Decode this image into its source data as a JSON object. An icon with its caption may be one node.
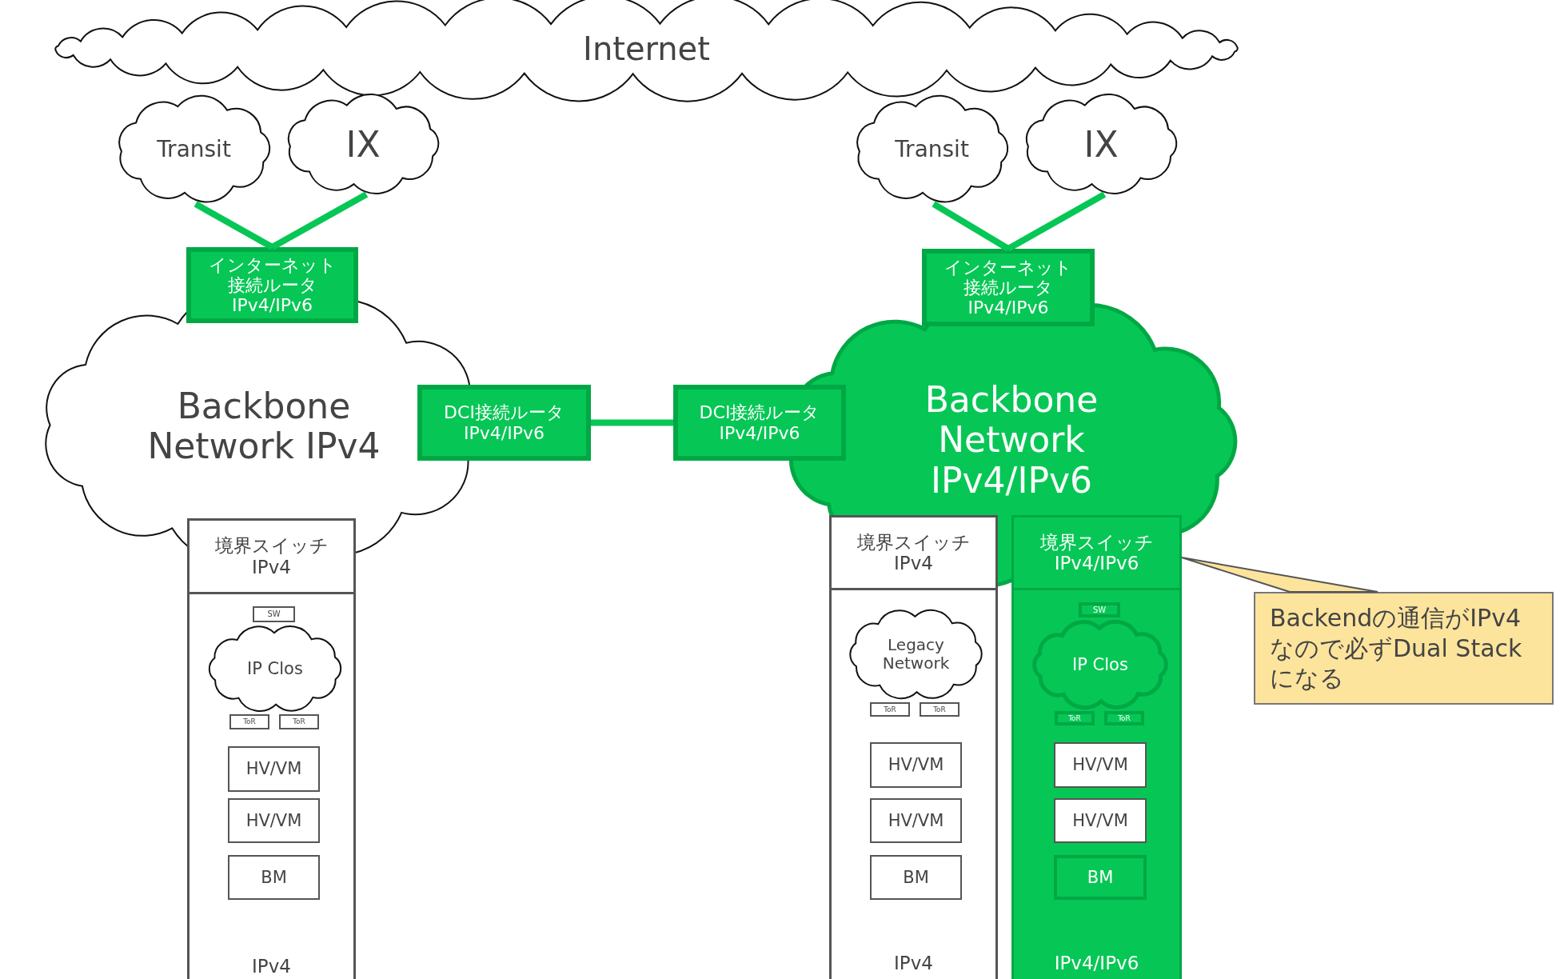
{
  "diagram": {
    "nodes": [
      {
        "text": [
          "Internet"
        ]
      },
      {
        "text": [
          "Transit"
        ]
      },
      {
        "text": [
          "IX"
        ]
      },
      {
        "text": [
          "Transit"
        ]
      },
      {
        "text": [
          "IX"
        ]
      },
      {
        "text": [
          "インターネット接続ルータ",
          "IPv4/IPv6"
        ]
      },
      {
        "text": [
          "Backbone Network IPv4"
        ]
      },
      {
        "text": [
          "DCI接続ルータ",
          "IPv4/IPv6"
        ]
      },
      {
        "text": [
          "境界スイッチ IPv4",
          "IPv4"
        ]
      },
      {
        "text": [
          "IP Clos"
        ],
        "in": 8
      },
      {
        "text": [
          "SW"
        ],
        "in": 8
      },
      {
        "text": [
          "ToR"
        ],
        "in": 8
      },
      {
        "text": [
          "ToR"
        ],
        "in": 8
      },
      {
        "text": [
          "HV/VM"
        ],
        "in": 8
      },
      {
        "text": [
          "HV/VM"
        ],
        "in": 8
      },
      {
        "text": [
          "BM"
        ],
        "in": 8
      },
      {
        "text": [
          "Backbone Network IPv4/IPv6"
        ]
      },
      {
        "text": [
          "インターネット接続ルータ",
          "IPv4/IPv6"
        ]
      },
      {
        "text": [
          "DCI接続ルータ",
          "IPv4/IPv6"
        ]
      },
      {
        "text": [
          "境界スイッチ IPv4",
          "IPv4"
        ]
      },
      {
        "text": [
          "Legacy Network"
        ],
        "in": 19
      },
      {
        "text": [
          "ToR"
        ],
        "in": 19
      },
      {
        "text": [
          "ToR"
        ],
        "in": 19
      },
      {
        "text": [
          "HV/VM"
        ],
        "in": 19
      },
      {
        "text": [
          "HV/VM"
        ],
        "in": 19
      },
      {
        "text": [
          "BM"
        ],
        "in": 19
      },
      {
        "text": [
          "境界スイッチ IPv4/IPv6",
          "IPv4/IPv6"
        ]
      },
      {
        "text": [
          "IP Clos"
        ],
        "in": 26
      },
      {
        "text": [
          "SW"
        ],
        "in": 26
      },
      {
        "text": [
          "ToR"
        ],
        "in": 26
      },
      {
        "text": [
          "ToR"
        ],
        "in": 26
      },
      {
        "text": [
          "HV/VM"
        ],
        "in": 26
      },
      {
        "text": [
          "HV/VM"
        ],
        "in": 26
      },
      {
        "text": [
          "BM"
        ],
        "in": 26
      },
      {
        "text": [
          "Backendの通信がIPv4なので必ずDual Stackになる"
        ]
      }
    ],
    "edges": [
      {
        "from": 1,
        "to": 5,
        "arrow": "none"
      },
      {
        "from": 2,
        "to": 5,
        "arrow": "none"
      },
      {
        "from": 3,
        "to": 17,
        "arrow": "none"
      },
      {
        "from": 4,
        "to": 17,
        "arrow": "none"
      },
      {
        "from": 7,
        "to": 18,
        "arrow": "none"
      },
      {
        "from": 34,
        "to": 26,
        "arrow": "none",
        "color": "#555555"
      }
    ]
  }
}
